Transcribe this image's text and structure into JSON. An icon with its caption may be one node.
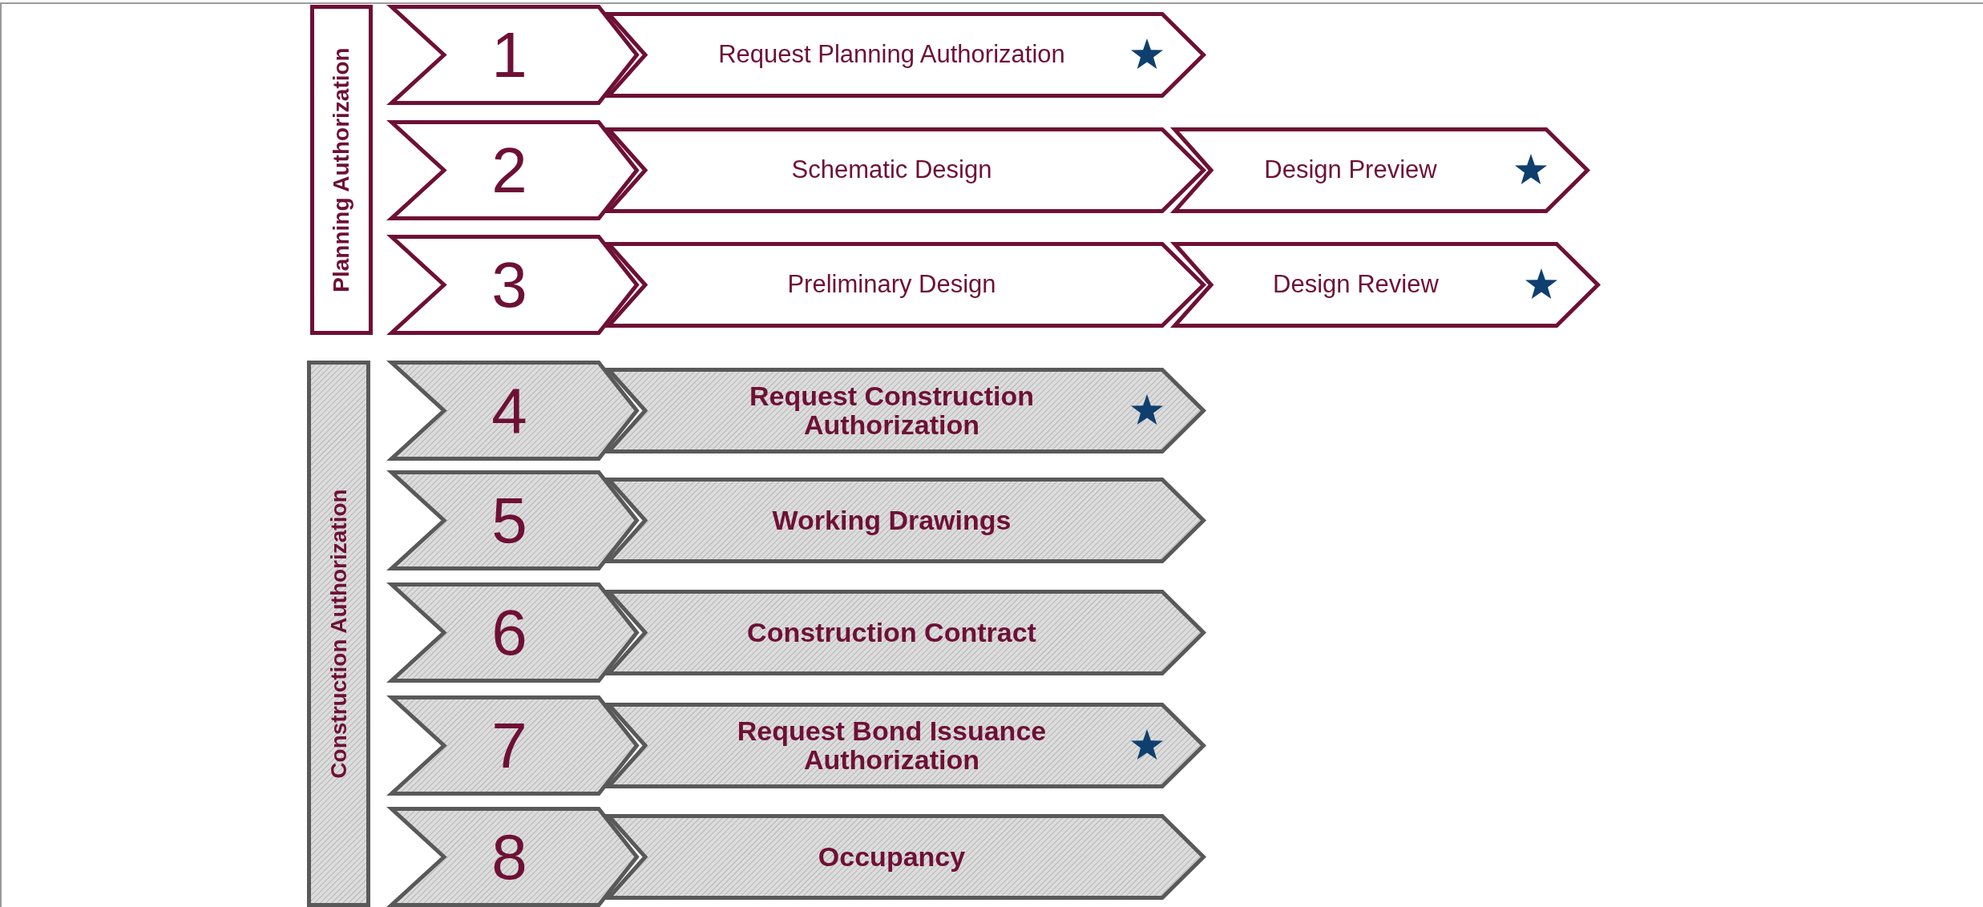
{
  "diagram": {
    "nodes": [
      {
        "text": [
          "Planning Authorization"
        ]
      },
      {
        "text": [
          "1"
        ]
      },
      {
        "text": [
          "Request Planning Authorization"
        ]
      },
      {
        "text": [
          "2"
        ]
      },
      {
        "text": [
          "Schematic Design"
        ]
      },
      {
        "text": [
          "Design Preview"
        ]
      },
      {
        "text": [
          "3"
        ]
      },
      {
        "text": [
          "Preliminary Design"
        ]
      },
      {
        "text": [
          "Design Review"
        ]
      },
      {
        "text": [
          "Construction Authorization"
        ]
      },
      {
        "text": [
          "4"
        ]
      },
      {
        "text": [
          "Request Construction Authorization"
        ]
      },
      {
        "text": [
          "5"
        ]
      },
      {
        "text": [
          "Working Drawings"
        ]
      },
      {
        "text": [
          "6"
        ]
      },
      {
        "text": [
          "Construction Contract"
        ]
      },
      {
        "text": [
          "7"
        ]
      },
      {
        "text": [
          "Request Bond Issuance Authorization"
        ]
      },
      {
        "text": [
          "8"
        ]
      },
      {
        "text": [
          "Occupancy"
        ]
      }
    ]
  }
}
